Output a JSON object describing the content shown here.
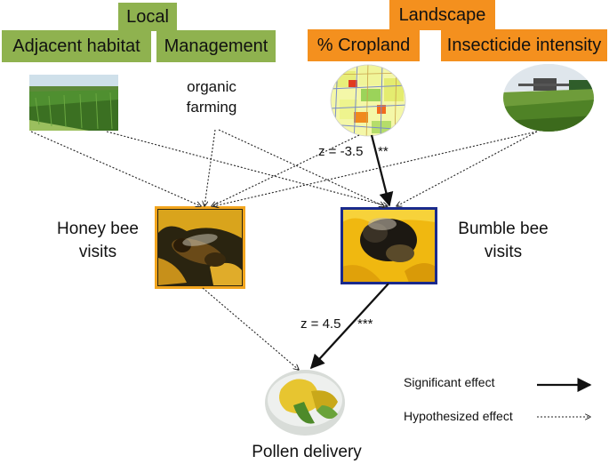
{
  "local": {
    "header": "Local",
    "adjacent_habitat": "Adjacent habitat",
    "management": "Management",
    "organic_line1": "organic",
    "organic_line2": "farming"
  },
  "landscape": {
    "header": "Landscape",
    "cropland": "% Cropland",
    "insecticide": "Insecticide intensity"
  },
  "nodes": {
    "honey_line1": "Honey bee",
    "honey_line2": "visits",
    "bumble_line1": "Bumble bee",
    "bumble_line2": "visits",
    "pollen": "Pollen delivery"
  },
  "effects": {
    "cropland_z": "z = -3.5",
    "cropland_sig": "**",
    "bumble_z": "z = 4.5",
    "bumble_sig": "***"
  },
  "legend": {
    "significant": "Significant effect",
    "hypothesized": "Hypothesized  effect"
  },
  "colors": {
    "local_green": "#8fb24f",
    "landscape_orange": "#f4901e",
    "honey_frame": "#f2a51e",
    "bumble_frame": "#1a2a8c"
  }
}
